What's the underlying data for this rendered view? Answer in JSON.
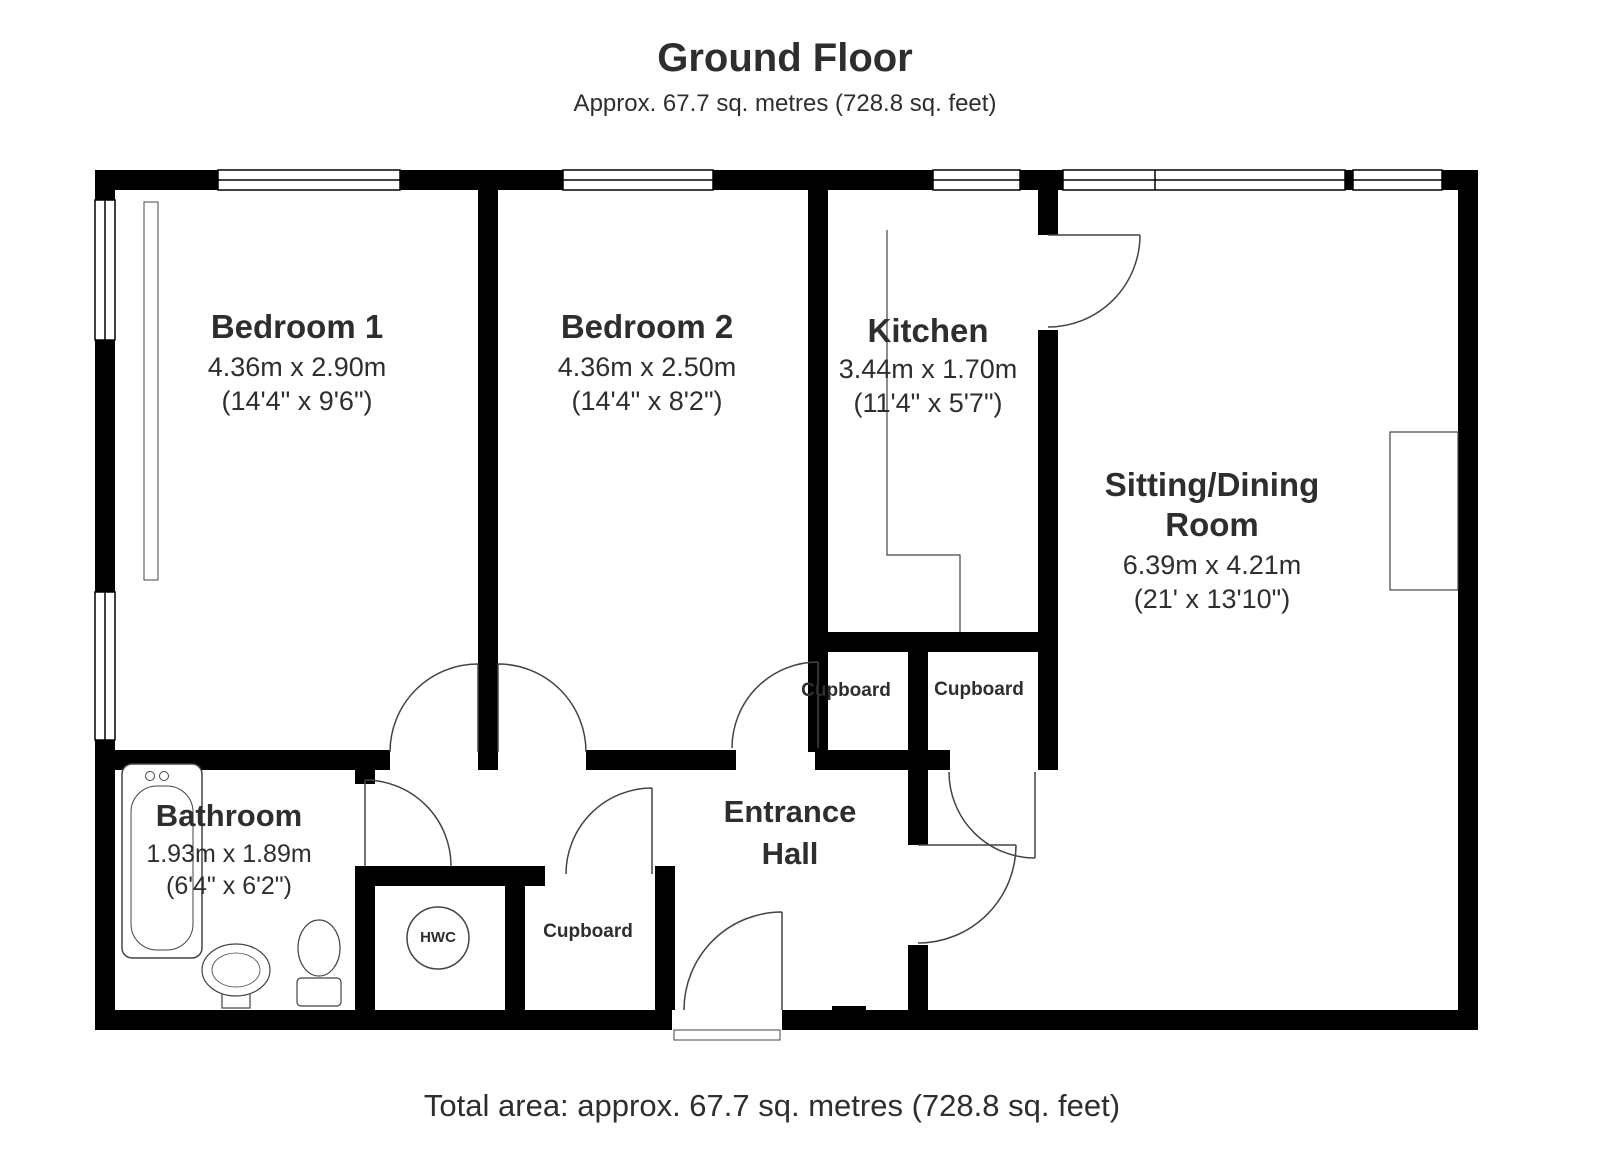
{
  "header": {
    "title": "Ground Floor",
    "subtitle": "Approx. 67.7 sq. metres (728.8 sq. feet)"
  },
  "rooms": {
    "bedroom1": {
      "name": "Bedroom 1",
      "metric": "4.36m x 2.90m",
      "imperial": "(14'4\" x 9'6\")"
    },
    "bedroom2": {
      "name": "Bedroom 2",
      "metric": "4.36m x 2.50m",
      "imperial": "(14'4\" x 8'2\")"
    },
    "kitchen": {
      "name": "Kitchen",
      "metric": "3.44m x 1.70m",
      "imperial": "(11'4\" x 5'7\")"
    },
    "sitting_dining": {
      "name_line1": "Sitting/Dining",
      "name_line2": "Room",
      "metric": "6.39m x 4.21m",
      "imperial": "(21' x 13'10\")"
    },
    "bathroom": {
      "name": "Bathroom",
      "metric": "1.93m x 1.89m",
      "imperial": "(6'4\" x 6'2\")"
    },
    "entrance_hall": {
      "name_line1": "Entrance",
      "name_line2": "Hall"
    },
    "cupboard_kitchen_left": {
      "name": "Cupboard"
    },
    "cupboard_kitchen_right": {
      "name": "Cupboard"
    },
    "cupboard_hall": {
      "name": "Cupboard"
    },
    "hwc": {
      "label": "HWC"
    }
  },
  "footer": {
    "total_area": "Total area: approx. 67.7 sq. metres (728.8 sq. feet)"
  },
  "colors": {
    "wall": "#000000",
    "thin_line": "#444444",
    "text": "#2e2e2e"
  }
}
